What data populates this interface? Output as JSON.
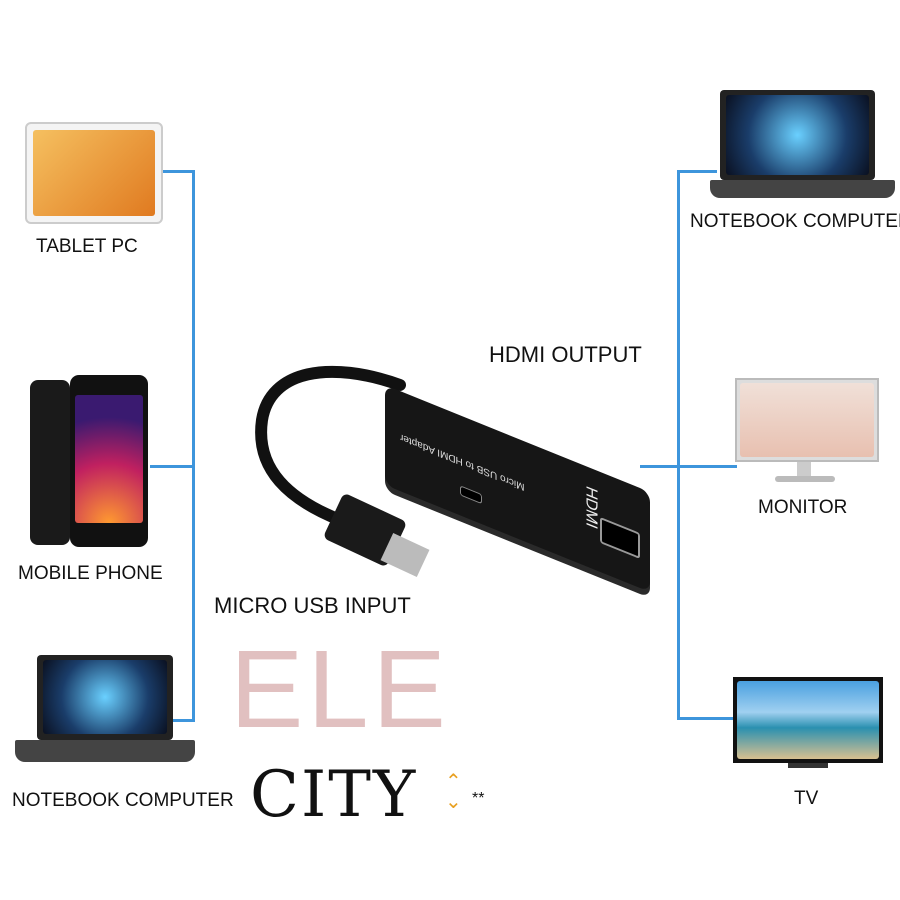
{
  "left_devices": [
    {
      "label": "TABLET PC",
      "icon": "tablet-icon"
    },
    {
      "label": "MOBILE PHONE",
      "icon": "phone-icon"
    },
    {
      "label": "NOTEBOOK COMPUTER",
      "icon": "laptop-icon"
    }
  ],
  "right_devices": [
    {
      "label": "NOTEBOOK COMPUTER",
      "icon": "laptop-icon"
    },
    {
      "label": "MONITOR",
      "icon": "monitor-icon"
    },
    {
      "label": "TV",
      "icon": "tv-icon"
    }
  ],
  "adapter": {
    "hdmi_output_label": "HDMI OUTPUT",
    "micro_usb_input_label": "MICRO USB INPUT",
    "body_text": "Micro USB to HDMI Adapter",
    "port_text": "HDMI"
  },
  "watermark": {
    "top": "ELE",
    "bottom": "CITY",
    "suffix": "**"
  },
  "colors": {
    "connector_line": "#3d95dc",
    "watermark": "#cd9696",
    "accent": "#e8a020"
  }
}
